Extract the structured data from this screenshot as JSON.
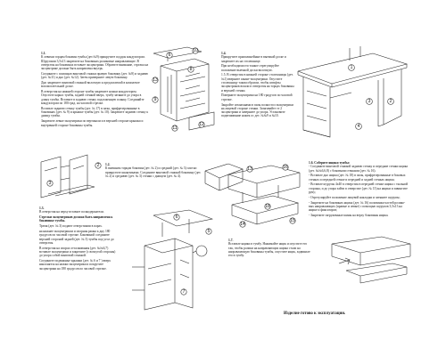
{
  "sections": {
    "s1_1": {
      "number": "1.1.",
      "paragraphs": [
        "К левимм горцам боковин тумбы (дет.№9) прикрутите поддон кондуктором. Шурупами 3,5х13 закрепите на боковинах роликовые направляющие. В отверстия на боковинах вставьте эксцентрики. Обратите внимание, стрелка на эксцентрике должна быть направлена внутрь.",
        "Соедините с помощью винтовой стяжки правую боковину (дет. №9) и заднюю (дет. №11) и дно (дет. №12). Затем приверните левую боковину.",
        "Дно закрепите винтовой стяжкой вплотную к предлагаемой в комплекте вспомогательной доске.",
        "В отверстия на нижней стороне тумбы закрепите ножки кондуктором. Опустите каркас тумбы, задней стенкой вверх, тумбу затяните до упора в длину тумбы. Вставьте в заднюю стенку подложенную планку. Соединяйте кондуктором по 180 град. на часовой стрелке.",
        "Вставьте заднюю стенку тумбы (дет. № 17) в пазы, прифрезерованные в боковинах (дет. № 9) и крышке тумбы (дет. № 10). Закрепите заднюю стенку к днищу тумбы.",
        "Закрепите левые эксцентрики по вертикали и в верхней стороне крышки и внутренней стороне боковины тумбы."
      ]
    },
    "s1_2": {
      "number": "1.2.",
      "paragraphs": [
        "К внешним торцам боковин (дет. № 2) и средний (дет. № 3) плотно прикрутите шкантиками. Соедините винтовой стяжкой боковину (дет. № 2) и среднюю (дет. № 3) стенки с днищем (дет. № 4)."
      ]
    },
    "s1_3": {
      "number": "1.3.",
      "paragraphs": [
        "В отверстия на перху вставьте полкодержатели.",
        "Стрелки эксцентриков должна быть направлена к боковинке тумбы.",
        "Тремя (дет. № 3) подают отверстиями в парах.",
        "на нижнее эксцентриком и опорная рамка к дну 180 градусов по часовой стрелке. Боковиной соедините верхней стороной задней (дет. № 3) тумбы под угол до отверстия.",
        "В отверстия на опорах отталкивания (дет. №№6,7) вставьте эксцентрики и закрепите (с вогнутой стороны) до упора собой винтовой стяжкой.",
        "Соедините подвижные крышки (дет. № 6 и 7 ) вверх наклонятся на ножки эксцентрики и покрутите эксцентрики на 180 градусов по часовой стрелке."
      ]
    },
    "s1_4": {
      "number": "1.4.",
      "paragraphs": [
        "Прикрутите прямолинейные в выемкой доске и закрепите их на столешнице.",
        "При необходимости тонкое отрегулируйте положение выемкой доски вплотную.",
        "1.5. В отверстия в нижней стороне столешницы (дет.№1) вверните шкант-эксцентрики. Опустите столешницу таким образом, чтобы штифты эксцентриков вошли в отверстия на торцах боковины и верхней стенки.",
        "Поверните эксцентрики на 180 градусов по часовой стрелке.",
        "Закройте штанганами в пазы полкостол эксцентрики на лицевой стороне стенки. Затягивайте те 2 эксцентрики и заверните до упора. Установите подвешивание ножек ос дет. №№9 и №10."
      ]
    },
    "s1_6": {
      "number": "1.6.",
      "title": "Соберите ящики тумбы:",
      "items": [
        "- Соедините винтовой стяжкой заднюю стенку и передние стенки ящика (дет. №№6,6,8) с боковыми стенками (дет. № 16).",
        "- Вставьте дно ящика (дет. № 18) в пазы, прифрезерованные в боковых стенках и передней стенке и передней и задней стенках ящика;",
        "- Вставьте шурупы 4х40 в отверстия в передней стенке ящика с тыльной стороны, и до упора зайти в отверстие (дет. № 13) на ящики и завинтите руку;",
        "- Отрегулируйте положение лицевой накладки и затяните шурупы;",
        "- Закрепите на боковинах ящика (дет. № 16) половинки частей ролико­вых направляющих (правые и левые) с помощью шурупов 3,5х13 на ящике и фиксаторов;",
        "- Закрепите загруженные шины на верху боковины ящика."
      ]
    },
    "s1_7": {
      "number": "1.7.",
      "paragraphs": [
        "Вставьте ящики в тумбу. Нажимайте ящик и опустите его так, чтобы ролики на направляющих ящика стали на направляющую боковины тумбы, опустите ящик, задвиньте его в тумбу."
      ]
    }
  },
  "footer": {
    "text": "Изделие готово к эксплуатации."
  },
  "callouts": {
    "a": "6",
    "b": "10",
    "c": "13",
    "d": "9",
    "e": "8",
    "f": "12",
    "g": "11",
    "h": "1",
    "i": "2",
    "j": "3",
    "k": "4",
    "l": "2",
    "m": "3",
    "n": "5",
    "o": "6",
    "p": "7",
    "q": "13",
    "r": "16",
    "s": "18",
    "t": "15",
    "u": "14"
  }
}
